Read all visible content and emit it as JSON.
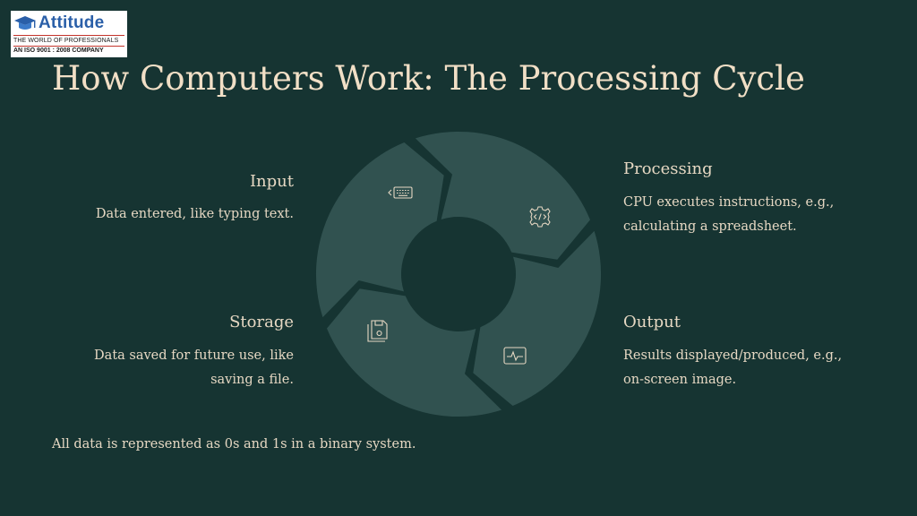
{
  "logo": {
    "name": "Attitude",
    "tagline": "THE WORLD OF PROFESSIONALS",
    "certification": "AN ISO 9001 : 2008 COMPANY"
  },
  "title": "How Computers Work: The Processing Cycle",
  "stages": [
    {
      "label": "Input",
      "description": "Data entered, like typing text.",
      "icon": "keyboard-icon"
    },
    {
      "label": "Processing",
      "description": "CPU executes instructions, e.g., calculating a spreadsheet.",
      "icon": "gear-code-icon"
    },
    {
      "label": "Output",
      "description": "Results displayed/produced, e.g., on-screen image.",
      "icon": "monitor-pulse-icon"
    },
    {
      "label": "Storage",
      "description": "Data saved for future use, like saving a file.",
      "icon": "floppy-disk-icon"
    }
  ],
  "footer": "All data is represented as 0s and 1s in a binary system.",
  "colors": {
    "background": "#163432",
    "segment": "#315250",
    "text": "#e6d8c3",
    "title": "#f1dfc6",
    "logo_text": "#2a5fa8"
  }
}
